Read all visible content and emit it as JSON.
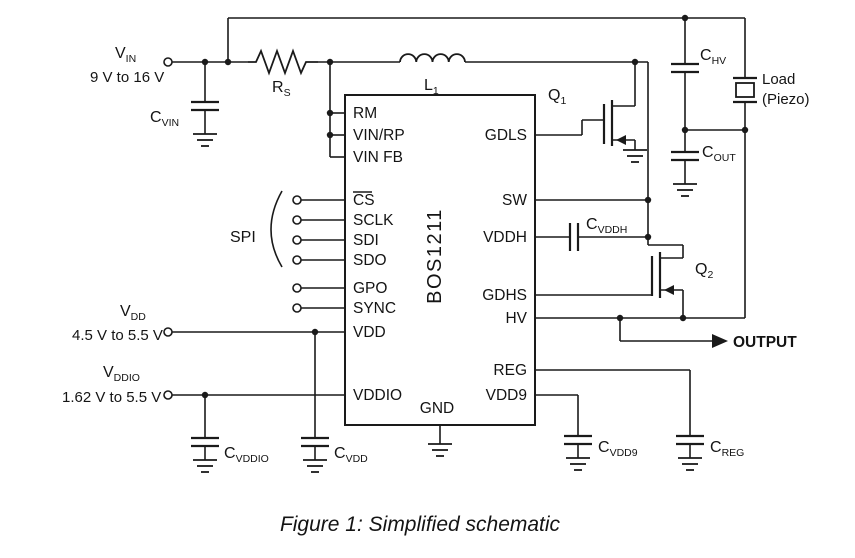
{
  "figure": {
    "caption": "Figure 1: Simplified schematic"
  },
  "ic": {
    "name": "BOS1211",
    "pins_left": [
      "RM",
      "VIN/RP",
      "VIN FB",
      "CS",
      "SCLK",
      "SDI",
      "SDO",
      "GPO",
      "SYNC",
      "VDD",
      "VDDIO"
    ],
    "pins_right": [
      "GDLS",
      "SW",
      "VDDH",
      "GDHS",
      "HV",
      "REG",
      "VDD9"
    ],
    "pin_gnd": "GND"
  },
  "sources": {
    "vin": {
      "name": "V",
      "sub": "IN",
      "range": "9 V to 16 V"
    },
    "vdd": {
      "name": "V",
      "sub": "DD",
      "range": "4.5 V to 5.5 V"
    },
    "vddio": {
      "name": "V",
      "sub": "DDIO",
      "range": "1.62 V to 5.5 V"
    }
  },
  "components": {
    "cvin": {
      "name": "C",
      "sub": "VIN"
    },
    "rs": {
      "name": "R",
      "sub": "S"
    },
    "l1": {
      "name": "L",
      "sub": "1"
    },
    "q1": {
      "name": "Q",
      "sub": "1"
    },
    "q2": {
      "name": "Q",
      "sub": "2"
    },
    "chv": {
      "name": "C",
      "sub": "HV"
    },
    "cout": {
      "name": "C",
      "sub": "OUT"
    },
    "cvddh": {
      "name": "C",
      "sub": "VDDH"
    },
    "cvddio": {
      "name": "C",
      "sub": "VDDIO"
    },
    "cvdd": {
      "name": "C",
      "sub": "VDD"
    },
    "cvdd9": {
      "name": "C",
      "sub": "VDD9"
    },
    "creg": {
      "name": "C",
      "sub": "REG"
    },
    "load": {
      "line1": "Load",
      "line2": "(Piezo)"
    }
  },
  "annotations": {
    "spi": "SPI",
    "output": "OUTPUT"
  }
}
